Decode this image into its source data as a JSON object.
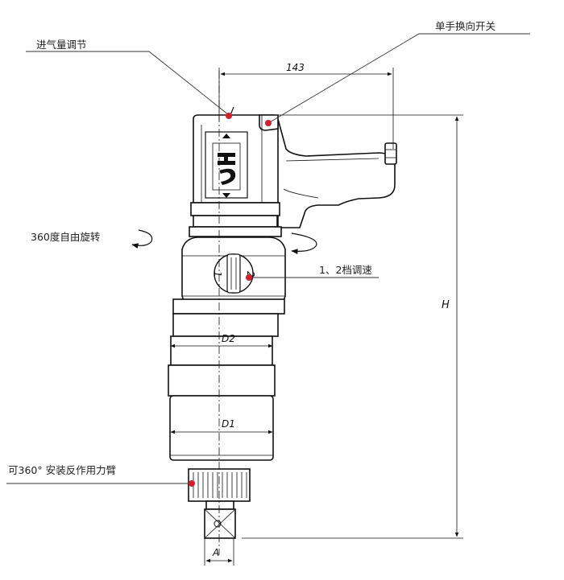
{
  "callouts": {
    "air_regulation": "进气量调节",
    "reverse_switch": "单手换向开关",
    "rotation": "360度自由旋转",
    "speed_selector": "1、2档调速",
    "reaction_arm": "可360°  安装反作用力臂"
  },
  "dimensions": {
    "width_top": "143",
    "height": "H",
    "d2": "D2",
    "d1": "D1",
    "square_drive": "A"
  },
  "selector_marks": {
    "pos1": "1",
    "pos2": "2"
  },
  "colors": {
    "marker": "#d61f2c",
    "line": "#111111"
  }
}
